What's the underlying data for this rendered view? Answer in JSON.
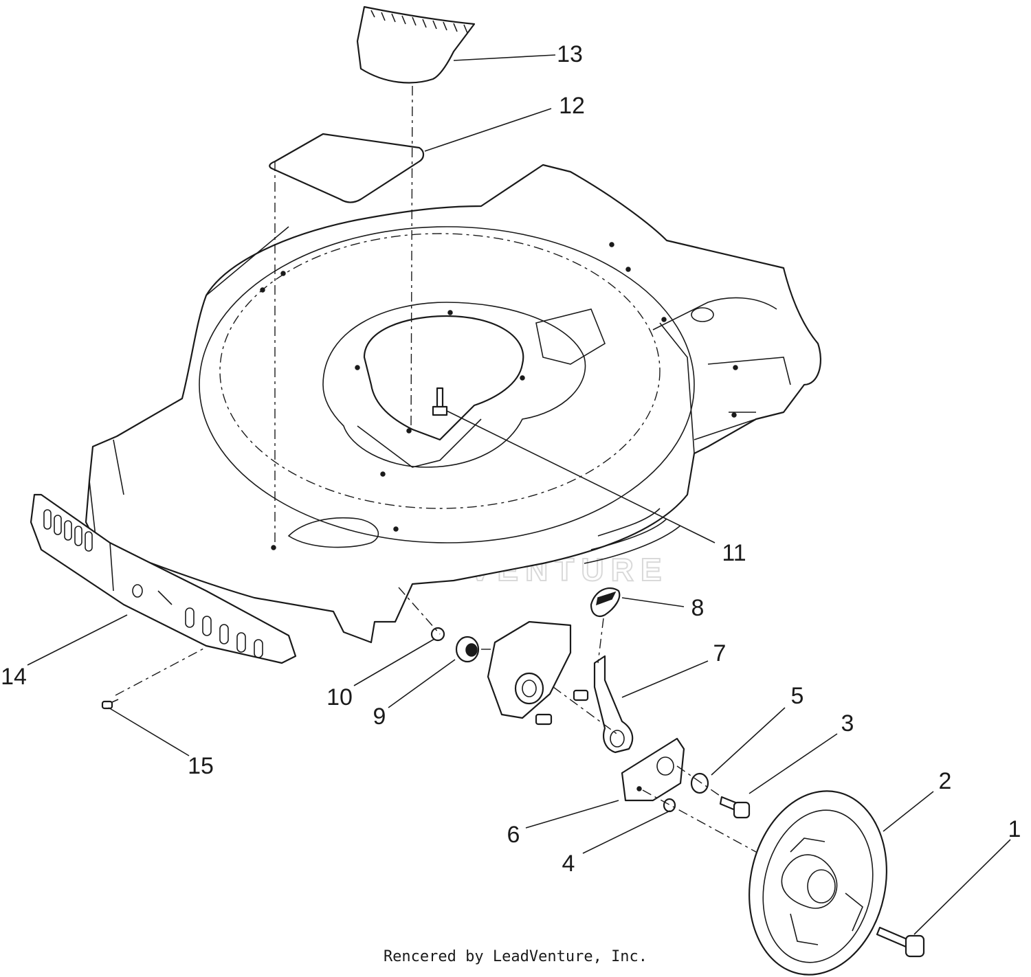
{
  "diagram": {
    "callouts": [
      {
        "id": "c1",
        "label": "1"
      },
      {
        "id": "c2",
        "label": "2"
      },
      {
        "id": "c3",
        "label": "3"
      },
      {
        "id": "c4",
        "label": "4"
      },
      {
        "id": "c5",
        "label": "5"
      },
      {
        "id": "c6",
        "label": "6"
      },
      {
        "id": "c7",
        "label": "7"
      },
      {
        "id": "c8",
        "label": "8"
      },
      {
        "id": "c9",
        "label": "9"
      },
      {
        "id": "c10",
        "label": "10"
      },
      {
        "id": "c11",
        "label": "11"
      },
      {
        "id": "c12",
        "label": "12"
      },
      {
        "id": "c13",
        "label": "13"
      },
      {
        "id": "c14",
        "label": "14"
      },
      {
        "id": "c15",
        "label": "15"
      }
    ],
    "watermark": "LEADVENTURE",
    "credit": "Rencered by LeadVenture, Inc."
  }
}
